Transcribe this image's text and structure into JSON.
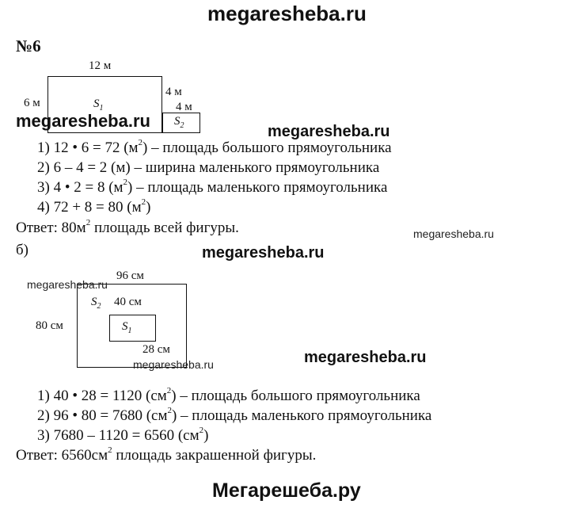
{
  "watermarks": {
    "top": "megaresheba.ru",
    "fig_a": "megaresheba.ru",
    "mid_right": "megaresheba.ru",
    "small_right": "megaresheba.ru",
    "center_b": "megaresheba.ru",
    "small_left": "megaresheba.ru",
    "right_b": "megaresheba.ru",
    "fig_b_bottom": "megaresheba.ru",
    "footer": "Мегарешеба.ру"
  },
  "problem": {
    "number": "№6",
    "part_b": "б)"
  },
  "figure_a": {
    "top": "12 м",
    "left": "6 м",
    "right": "4 м",
    "small_top": "4 м",
    "s1": "S",
    "s1_sub": "1",
    "s2": "S",
    "s2_sub": "2"
  },
  "solution_a": {
    "l1_pre": "1) 12 • 6 = 72 (м",
    "l1_sup": "2",
    "l1_post": ") – площадь большого прямоугольника",
    "l2": "2) 6 – 4 = 2 (м) – ширина маленького прямоугольника",
    "l3_pre": "3) 4 • 2 = 8 (м",
    "l3_sup": "2",
    "l3_post": ") – площадь маленького прямоугольника",
    "l4_pre": "4) 72 + 8 = 80 (м",
    "l4_sup": "2",
    "l4_post": ")",
    "ans_pre": "Ответ: 80м",
    "ans_sup": "2",
    "ans_post": " площадь всей фигуры."
  },
  "figure_b": {
    "top": "96 см",
    "left": "80 см",
    "inner_top": "40 см",
    "inner_bottom": "28 см",
    "s2": "S",
    "s2_sub": "2",
    "s1": "S",
    "s1_sub": "1"
  },
  "solution_b": {
    "l1_pre": "1) 40 • 28 = 1120 (см",
    "l1_sup": "2",
    "l1_post": ") – площадь большого прямоугольника",
    "l2_pre": "2) 96 • 80 = 7680 (см",
    "l2_sup": "2",
    "l2_post": ") – площадь маленького прямоугольника",
    "l3_pre": "3) 7680 – 1120 = 6560 (см",
    "l3_sup": "2",
    "l3_post": ")",
    "ans_pre": "Ответ: 6560см",
    "ans_sup": "2",
    "ans_post": " площадь закрашенной фигуры."
  }
}
